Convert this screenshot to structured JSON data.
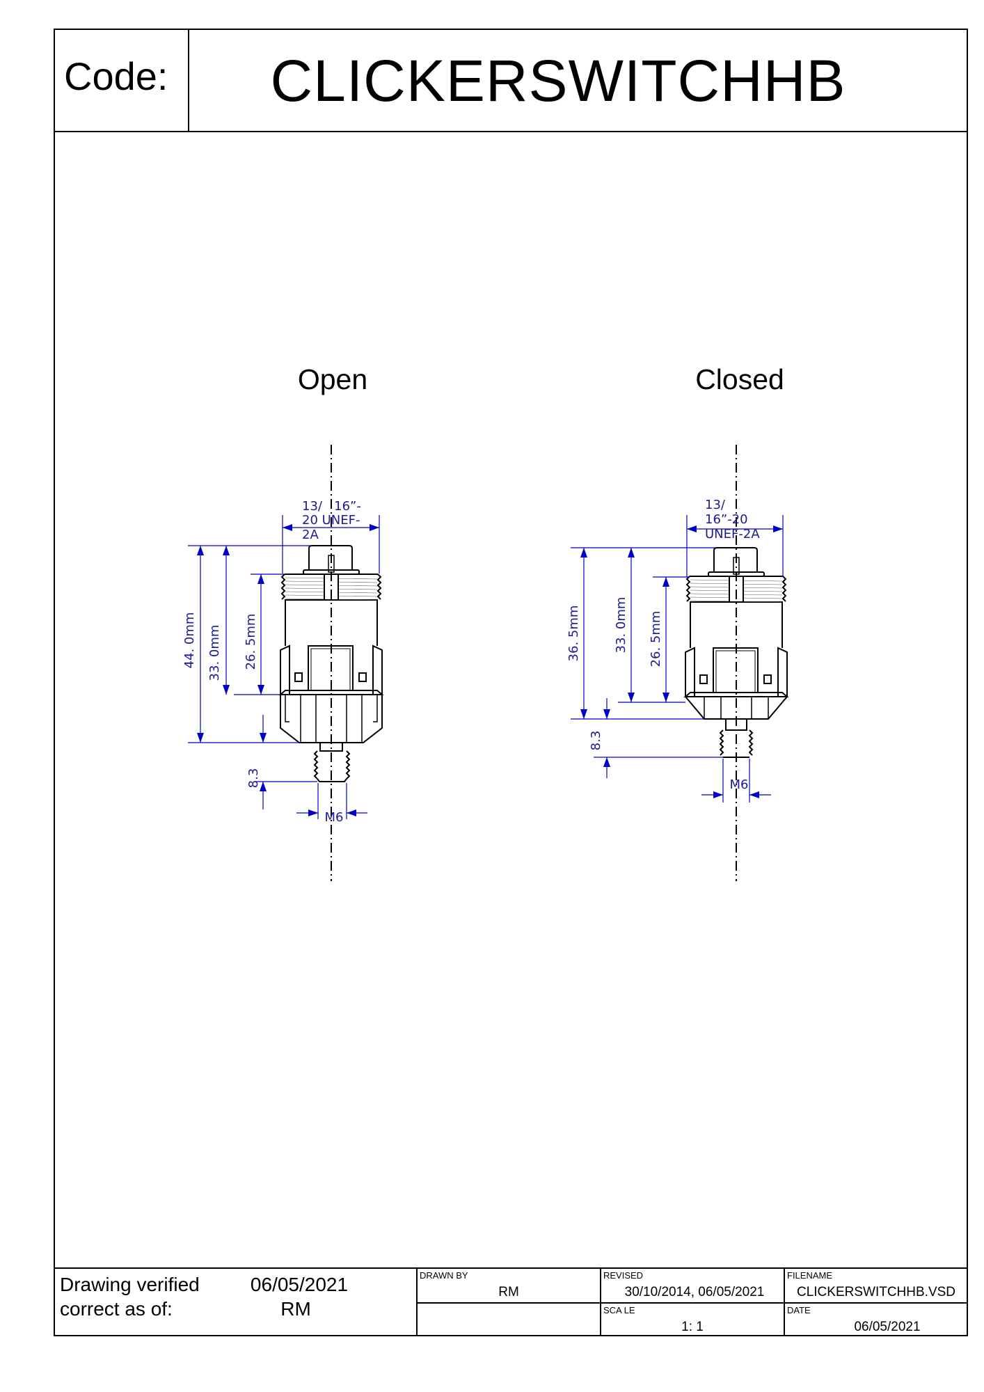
{
  "header": {
    "code_label": "Code:",
    "code_value": "CLICKERSWITCHHB"
  },
  "views": [
    {
      "title": "Open",
      "thread_label": [
        "13/   16”-",
        "20 UNEF-",
        "2A"
      ],
      "dims": {
        "overall": "44. 0mm",
        "body": "33. 0mm",
        "thread_to_collar": "26. 5mm",
        "stud": "8.3",
        "stud_thread": "M6"
      }
    },
    {
      "title": "Closed",
      "thread_label": [
        "13/",
        "16”-20",
        "UNEF-2A"
      ],
      "dims": {
        "overall": "36. 5mm",
        "body": "33. 0mm",
        "thread_to_collar": "26. 5mm",
        "stud": "8.3",
        "stud_thread": "M6"
      }
    }
  ],
  "footer": {
    "verified_label_1": "Drawing verified",
    "verified_label_2": "correct as of:",
    "verified_date": "06/05/2021",
    "verified_by": "RM",
    "drawn_by_label": "DRAWN BY",
    "drawn_by": "RM",
    "revised_label": "REVISED",
    "revised": "30/10/2014, 06/05/2021",
    "filename_label": "FILENAME",
    "filename": "CLICKERSWITCHHB.VSD",
    "scale_label": "SCA LE",
    "scale": "1: 1",
    "date_label": "DATE",
    "date": "06/05/2021"
  },
  "colors": {
    "dimension": "#0000c8",
    "dimension_text": "#1a1a9a",
    "outline": "#000000"
  }
}
